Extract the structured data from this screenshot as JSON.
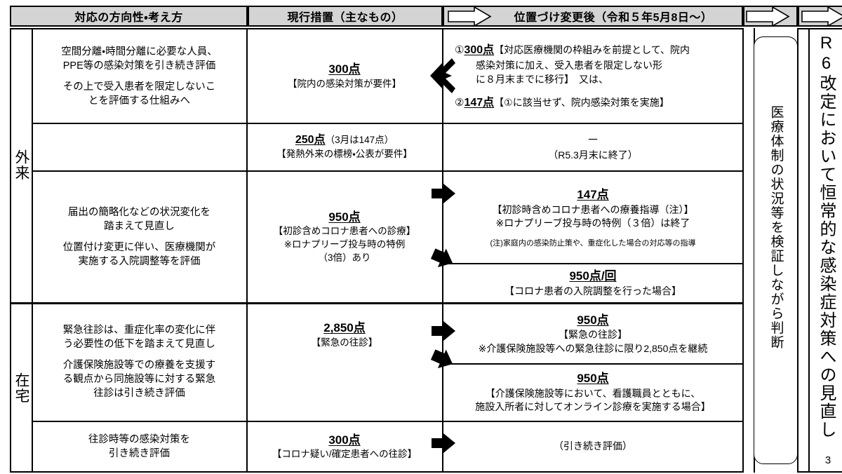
{
  "header": {
    "col_policy": "対応の方向性・考え方",
    "col_current": "現行措置（主なもの）",
    "col_after": "位置づけ変更後（令和５年5月8日～）",
    "arrow_1": "right-arrow-outline-icon",
    "arrow_2": "right-arrow-outline-icon",
    "arrow_3": "right-arrow-outline-icon"
  },
  "side_labels": {
    "outpatient": "外来",
    "home_care": "在宅"
  },
  "rows": [
    {
      "id": "row-outpatient-1",
      "policy": [
        "空間分離・時間分離に必要な人員、",
        "PPE等の感染対策を引き続き評価",
        "その上で受入患者を限定しないこ",
        "とを評価する仕組みへ"
      ],
      "current": {
        "points": "300点",
        "note": "【院内の感染対策が要件】"
      },
      "after": {
        "items": [
          {
            "marker": "①",
            "points": "300点",
            "lines": [
              "【対応医療機関の枠組みを前提として、院内",
              "感染対策に加え、受入患者を限定しない形",
              "に８月末までに移行】　又は、"
            ]
          },
          {
            "marker": "②",
            "points": "147点",
            "lines": [
              "【①に該当せず、院内感染対策を実施】"
            ]
          }
        ]
      },
      "connector": "bifurcating-double-arrow-icon"
    },
    {
      "id": "row-outpatient-2",
      "current": {
        "points": "250点",
        "points_suffix": "（3月は147点）",
        "note": "【発熱外来の標榜・公表が要件】"
      },
      "after": {
        "dash": "－",
        "note": "（R5.3月末に終了）"
      },
      "connector": "none"
    },
    {
      "id": "row-outpatient-3",
      "policy": [
        "届出の簡略化などの状況変化を",
        "踏まえて見直し",
        "位置付け変更に伴い、医療機関が",
        "実施する入院調整等を評価"
      ],
      "current": {
        "points": "950点",
        "lines": [
          "【初診含めコロナ患者への診療】",
          "※ロナプリーブ投与時の特例",
          "（3倍）あり"
        ]
      },
      "after": {
        "points": "147点",
        "lines": [
          "【初診時含めコロナ患者への療養指導（注）】",
          "※ロナプリーブ投与時の特例（３倍）は終了"
        ],
        "footnote": "(注)家庭内の感染防止策や、重症化した場合の対応等の指導"
      },
      "connector": "right-arrow-solid-icon"
    },
    {
      "id": "row-outpatient-4",
      "after": {
        "points": "950点/回",
        "lines": [
          "【コロナ患者の入院調整を行った場合】"
        ]
      },
      "connector": "down-right-arrow-solid-icon"
    },
    {
      "id": "row-home-1",
      "policy": [
        "緊急往診は、重症化率の変化に伴",
        "う必要性の低下を踏まえて見直し",
        "介護保険施設等での療養を支援す",
        "る観点から同施設等に対する緊急",
        "往診は引き続き評価"
      ],
      "current": {
        "points": "2,850点",
        "note": "【緊急の往診】"
      },
      "after": {
        "points": "950点",
        "lines": [
          "【緊急の往診】",
          "※介護保険施設等への緊急往診に限り2,850点を継続"
        ]
      },
      "connector": "right-arrow-solid-icon"
    },
    {
      "id": "row-home-2",
      "after": {
        "points": "950点",
        "lines": [
          "【介護保険施設等において、看護職員とともに、",
          "施設入所者に対してオンライン診療を実施する場合】"
        ]
      },
      "connector": "down-right-arrow-solid-icon"
    },
    {
      "id": "row-home-3",
      "policy": [
        "往診時等の感染対策を",
        "引き続き評価"
      ],
      "current": {
        "points": "300点",
        "note": "【コロナ疑い/確定患者への往診】"
      },
      "after": {
        "note": "（引き続き評価）"
      },
      "connector": "right-arrow-solid-icon"
    }
  ],
  "right_columns": {
    "judgement": "医療体制の状況等を検証しながら判断",
    "revision": "R6改定において恒常的な感染症対策への見直し"
  },
  "page_number": "3"
}
